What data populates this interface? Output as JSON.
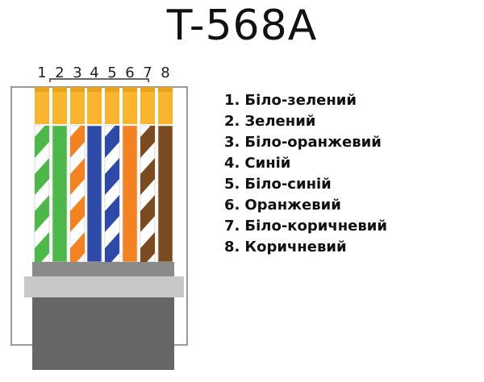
{
  "title": "T-568A",
  "pins": [
    {
      "number": "1",
      "label": "Біло-зелений",
      "base": "#ffffff",
      "stripe": "#4cb848",
      "striped": true
    },
    {
      "number": "2",
      "label": "Зелений",
      "base": "#4cb848",
      "stripe": "#4cb848",
      "striped": false
    },
    {
      "number": "3",
      "label": "Біло-оранжевий",
      "base": "#ffffff",
      "stripe": "#f58220",
      "striped": true
    },
    {
      "number": "4",
      "label": "Синій",
      "base": "#2e4aa8",
      "stripe": "#2e4aa8",
      "striped": false
    },
    {
      "number": "5",
      "label": "Біло-синій",
      "base": "#ffffff",
      "stripe": "#2e4aa8",
      "striped": true
    },
    {
      "number": "6",
      "label": "Оранжевий",
      "base": "#f58220",
      "stripe": "#f58220",
      "striped": false
    },
    {
      "number": "7",
      "label": "Біло-коричневий",
      "base": "#ffffff",
      "stripe": "#7b4a1e",
      "striped": true
    },
    {
      "number": "8",
      "label": "Коричневий",
      "base": "#7b4a1e",
      "stripe": "#7b4a1e",
      "striped": false
    }
  ],
  "colors": {
    "gold": "#f9b52d",
    "gold_dark": "#e8a41c",
    "boot": "#666666",
    "clip": "#c8c8c8"
  }
}
